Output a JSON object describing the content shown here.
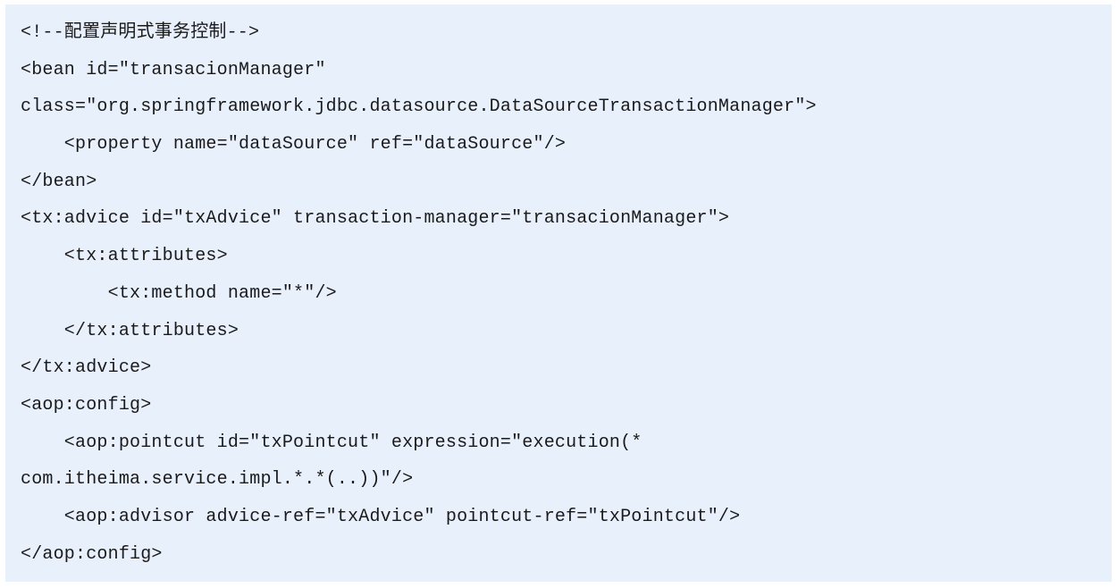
{
  "code": {
    "background": "#e8f0fc",
    "lines": [
      "<!--配置声明式事务控制-->",
      "<bean id=\"transacionManager\"",
      "class=\"org.springframework.jdbc.datasource.DataSourceTransactionManager\">",
      "    <property name=\"dataSource\" ref=\"dataSource\"/>",
      "</bean>",
      "<tx:advice id=\"txAdvice\" transaction-manager=\"transacionManager\">",
      "    <tx:attributes>",
      "        <tx:method name=\"*\"/>",
      "    </tx:attributes>",
      "</tx:advice>",
      "<aop:config>",
      "    <aop:pointcut id=\"txPointcut\" expression=\"execution(*",
      "com.itheima.service.impl.*.*(..))\"/>",
      "    <aop:advisor advice-ref=\"txAdvice\" pointcut-ref=\"txPointcut\"/>",
      "</aop:config>"
    ]
  }
}
